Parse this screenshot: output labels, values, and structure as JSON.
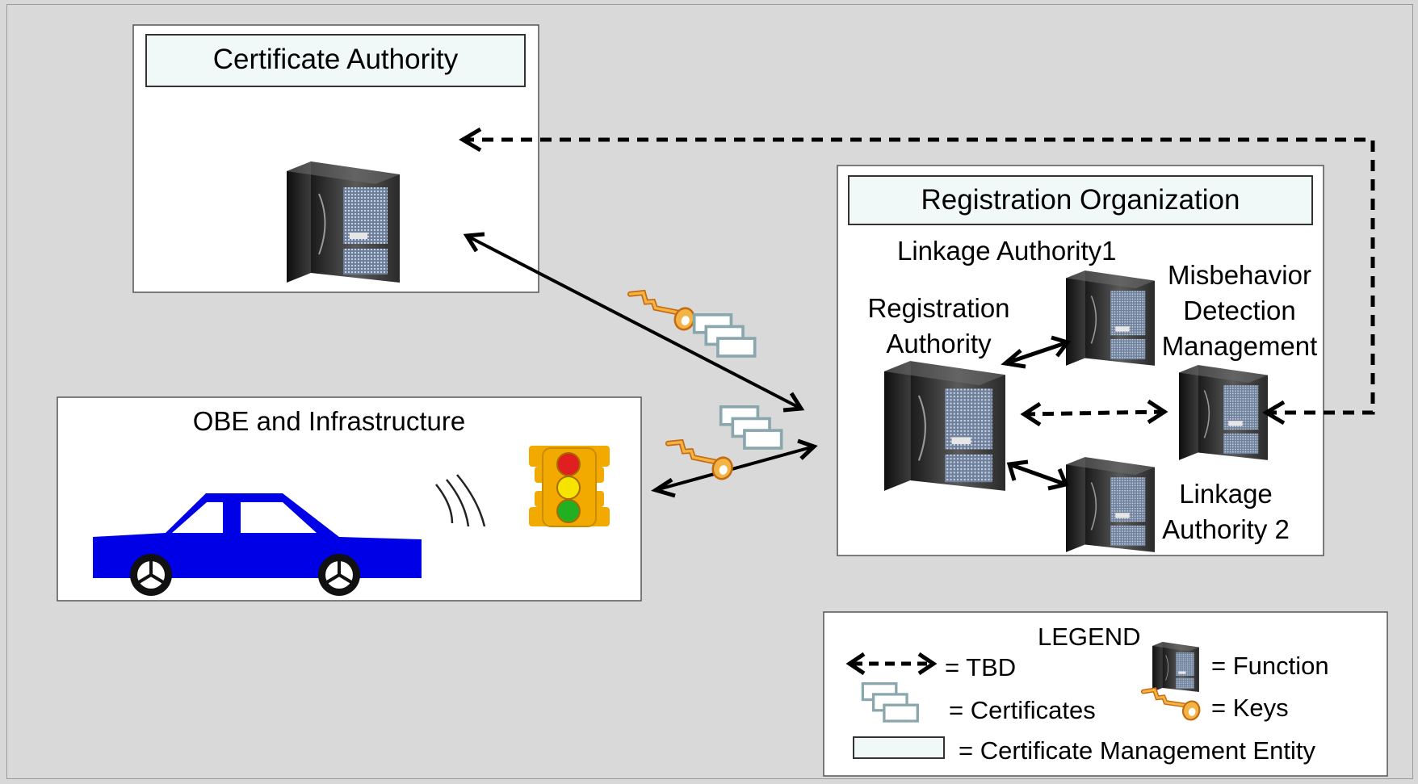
{
  "certificate_authority": {
    "title": "Certificate Authority"
  },
  "registration_organization": {
    "title": "Registration Organization",
    "linkage_authority_1": "Linkage Authority1",
    "registration_authority_line1": "Registration",
    "registration_authority_line2": "Authority",
    "misbehavior_line1": "Misbehavior",
    "misbehavior_line2": "Detection",
    "misbehavior_line3": "Management",
    "linkage_authority_2_line1": "Linkage",
    "linkage_authority_2_line2": "Authority 2"
  },
  "obe": {
    "title": "OBE and Infrastructure"
  },
  "legend": {
    "title": "LEGEND",
    "tbd": "= TBD",
    "function": "= Function",
    "certificates": "= Certificates",
    "keys": "= Keys",
    "cme": "= Certificate Management Entity"
  },
  "colors": {
    "car": "#0000e6",
    "server_dark": "#2b2b2b",
    "key": "#e89a2e",
    "certificate": "#8aa7ad",
    "traffic_light": "#f2a900",
    "entity_fill": "#f0f8f8"
  }
}
